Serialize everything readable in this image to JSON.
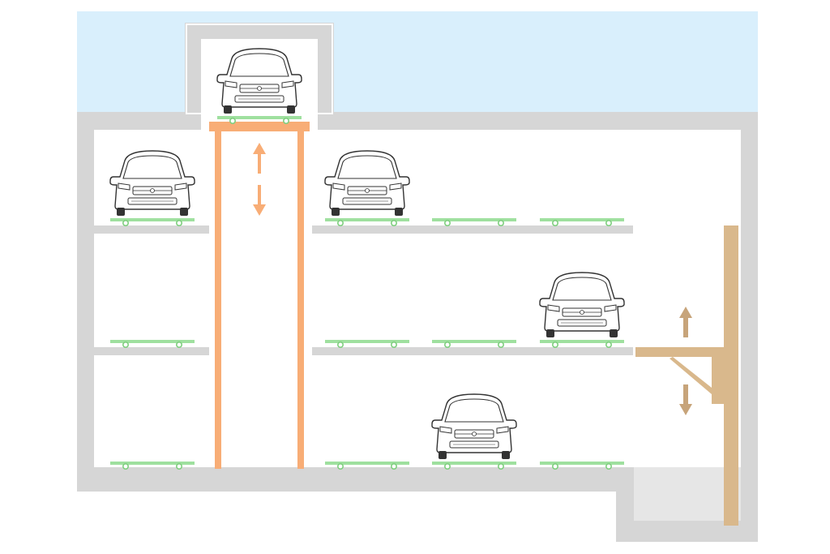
{
  "diagram": {
    "type": "automated-parking-system-cross-section",
    "colors": {
      "sky": "#d9effc",
      "structure": "#d6d6d6",
      "interior": "#ffffff",
      "lift": "#f8ad76",
      "lift_arrow": "#f8ad76",
      "transfer_crane": "#d9b88c",
      "crane_arrow": "#c7a47a",
      "pallet": "#9fe09f",
      "pallet_wheel": "#7fcf7f",
      "car_outline": "#333333",
      "pit": "#e6e6e6"
    },
    "icons": {
      "lift_arrows": "up-down-arrow-icon",
      "crane_arrows": "up-down-arrow-icon"
    },
    "levels": [
      {
        "level": 1,
        "bays": [
          "occupied",
          "occupied",
          "empty",
          "empty"
        ]
      },
      {
        "level": 2,
        "bays": [
          "empty",
          "empty",
          "empty",
          "occupied"
        ]
      },
      {
        "level": 3,
        "bays": [
          "empty",
          "empty",
          "occupied",
          "empty"
        ]
      }
    ],
    "entrance_car": "occupied"
  }
}
